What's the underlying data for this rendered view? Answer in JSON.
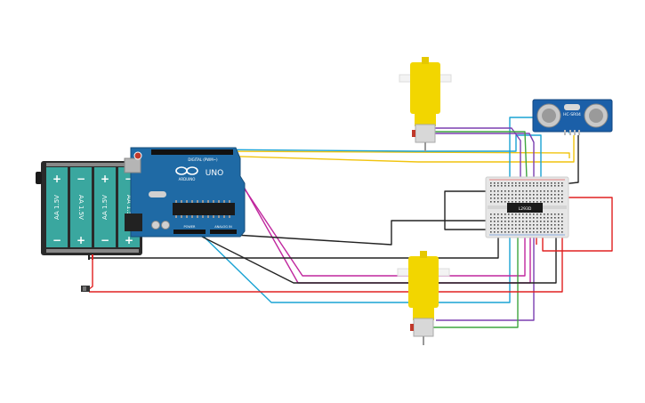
{
  "battery": {
    "cells": [
      {
        "label": "AA 1.5V",
        "top_sign": "+",
        "bottom_sign": "−"
      },
      {
        "label": "AA 1.5V",
        "top_sign": "−",
        "bottom_sign": "+"
      },
      {
        "label": "AA 1.5V",
        "top_sign": "+",
        "bottom_sign": "−"
      },
      {
        "label": "AA 1.5V",
        "top_sign": "−",
        "bottom_sign": "+"
      }
    ]
  },
  "arduino": {
    "logo_text": "ARDUINO",
    "model": "UNO",
    "digital_label": "DIGITAL (PWM~)",
    "power_label": "POWER",
    "analog_label": "ANALOG IN"
  },
  "sensor": {
    "label": "HC-SR04"
  },
  "driver_ic": {
    "label": "L293D"
  },
  "colors": {
    "board": "#1f6aa5",
    "battery_body": "#2a2a2a",
    "battery_cell": "#3aa79f",
    "motor": "#f2d600",
    "sensor": "#1b5fa8",
    "wire_yellow": "#f1c40f",
    "wire_cyan": "#1aa3d4",
    "wire_magenta": "#c0279e",
    "wire_purple": "#7b3fb0",
    "wire_green": "#3fa63f",
    "wire_red": "#e02020",
    "wire_black": "#222222"
  }
}
